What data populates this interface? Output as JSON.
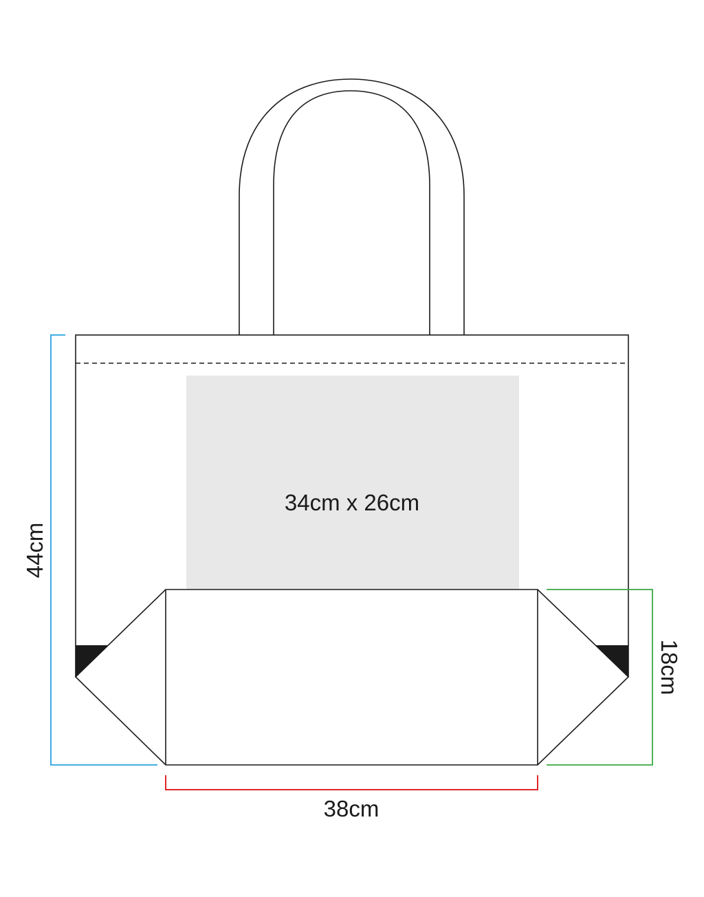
{
  "labels": {
    "print_area": "34cm x 26cm",
    "height": "44cm",
    "width": "38cm",
    "gusset": "18cm"
  },
  "colors": {
    "outline": "#1a1a1a",
    "print_area_fill": "#e8e8e8",
    "height_marker": "#29a3e0",
    "width_marker": "#e0262b",
    "gusset_marker": "#3aa842",
    "corner_fill": "#1a1a1a"
  }
}
